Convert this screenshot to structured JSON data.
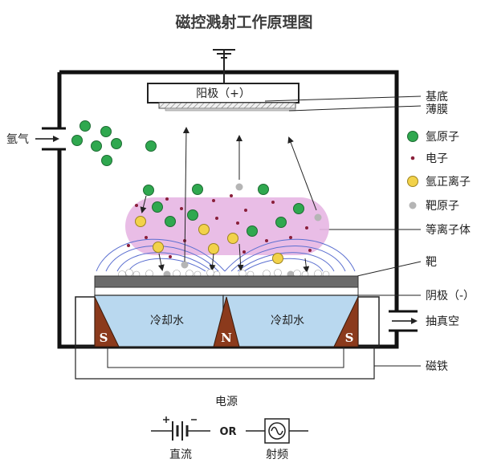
{
  "title": "磁控溅射工作原理图",
  "labels": {
    "anode": "阳极（+）",
    "substrate": "基底",
    "film": "薄膜",
    "argon_gas": "氩气",
    "argon_atom": "氩原子",
    "electron": "电子",
    "argon_ion": "氩正离子",
    "target_atom": "靶原子",
    "plasma": "等离子体",
    "target": "靶",
    "cathode": "阴极（-）",
    "vacuum": "抽真空",
    "magnet": "磁铁",
    "power": "电源",
    "cooling_left": "冷却水",
    "cooling_right": "冷却水",
    "pole_s_left": "S",
    "pole_n": "N",
    "pole_s_right": "S",
    "dc": "直流",
    "or": "OR",
    "rf": "射频"
  },
  "colors": {
    "argon_atom": "#2fa84f",
    "argon_ion": "#f2d24a",
    "electron": "#8a1f3a",
    "target_atom": "#b5b5b5",
    "plasma": "#e7b6e3",
    "cooling_water": "#b9d8ef",
    "magnet_pole": "#8b3a1c",
    "target_plate": "#6b6b6b"
  }
}
